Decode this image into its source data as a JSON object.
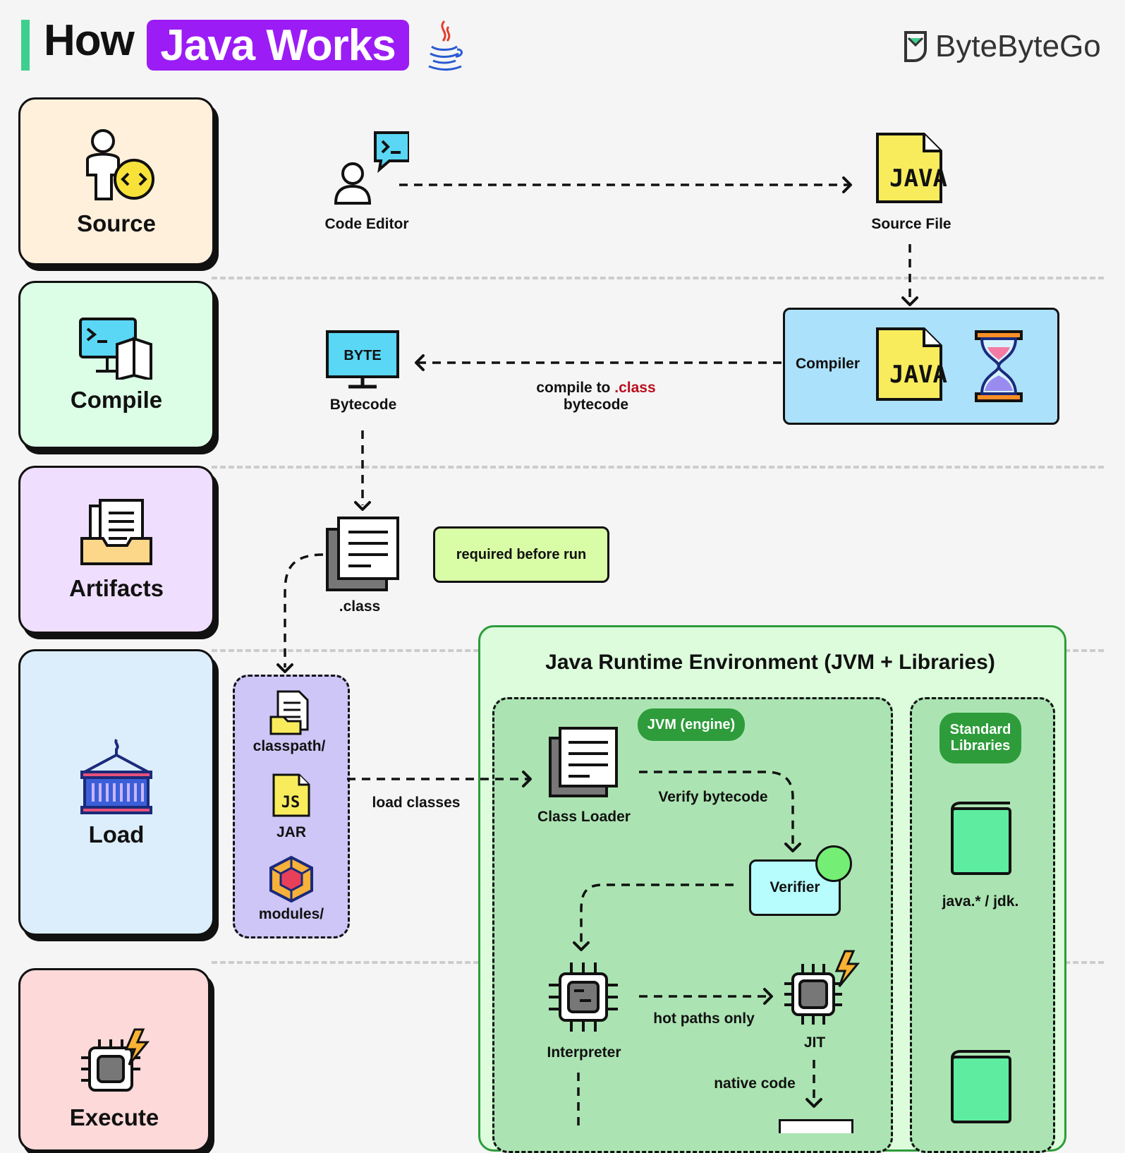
{
  "header": {
    "title_prefix": "How",
    "title_highlight": "Java Works",
    "brand": "ByteByteGo"
  },
  "stages": {
    "source": "Source",
    "compile": "Compile",
    "artifacts": "Artifacts",
    "load": "Load",
    "execute": "Execute"
  },
  "source_row": {
    "code_editor": "Code Editor",
    "source_file": "Source File",
    "file_text": "JAVA"
  },
  "compile_row": {
    "compiler": "Compiler",
    "bytecode": "Bytecode",
    "byte_screen": "BYTE",
    "compile_to": "compile to",
    "class_word": ".class",
    "bytecode_word": "bytecode"
  },
  "artifacts_row": {
    "class_file": ".class",
    "required": "required before run"
  },
  "load_row": {
    "classpath": "classpath/",
    "jar": "JAR",
    "jar_icon_text": "JS",
    "modules": "modules/",
    "load_classes": "load classes"
  },
  "jre": {
    "title": "Java Runtime Environment (JVM + Libraries)",
    "jvm_badge": "JVM (engine)",
    "std_badge_1": "Standard",
    "std_badge_2": "Libraries",
    "class_loader": "Class Loader",
    "verify_bytecode": "Verify bytecode",
    "verifier": "Verifier",
    "interpreter": "Interpreter",
    "hot_paths": "hot paths only",
    "jit": "JIT",
    "native_code": "native code",
    "java_pkg": "java.* / jdk."
  },
  "colors": {
    "accent_purple": "#9b1cf5",
    "source_bg": "#fff0dc",
    "compile_bg": "#dcfde6",
    "artifacts_bg": "#efdefe",
    "load_bg": "#dceefc",
    "execute_bg": "#fdd9d9",
    "jre_bg": "#dcfcdc",
    "jvm_bg": "#abe4b2",
    "compiler_bg": "#abe1fb",
    "class_red": "#b80e1c"
  }
}
